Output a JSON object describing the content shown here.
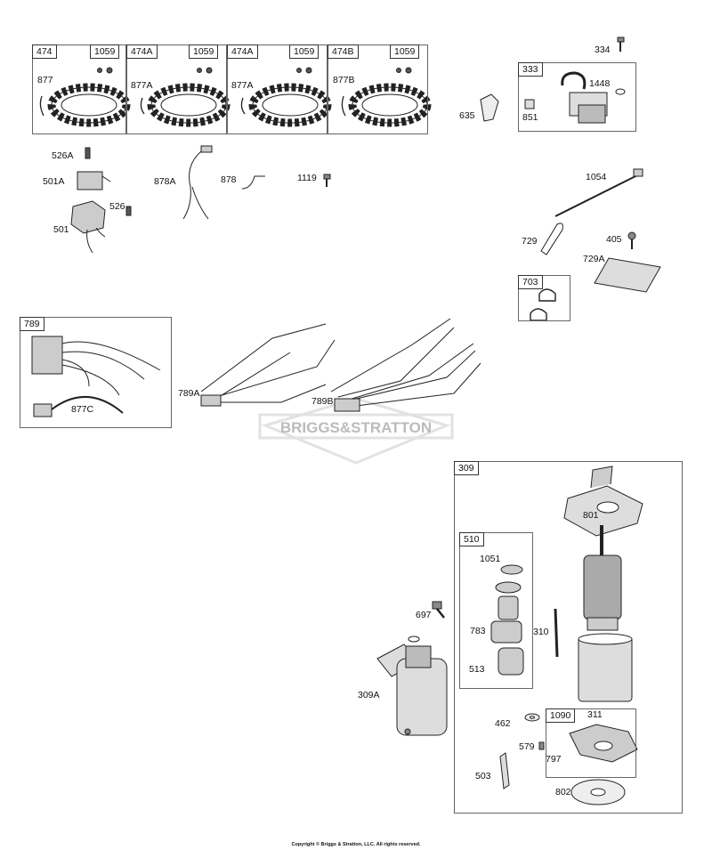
{
  "watermark": "BRIGGS&STRATTON",
  "copyright": "Copyright © Briggs & Stratton, LLC. All rights reserved.",
  "alternator_boxes": [
    {
      "tag": "474",
      "sub_tag": "1059",
      "part": "877"
    },
    {
      "tag": "474A",
      "sub_tag": "1059",
      "part": "877A"
    },
    {
      "tag": "474A",
      "sub_tag": "1059",
      "part": "877A"
    },
    {
      "tag": "474B",
      "sub_tag": "1059",
      "part": "877B"
    }
  ],
  "group_tags": {
    "g333": "333",
    "g789": "789",
    "g703": "703",
    "g309": "309",
    "g510": "510",
    "g1090": "1090"
  },
  "labels": {
    "l334": "334",
    "l1448": "1448",
    "l635": "635",
    "l851": "851",
    "l526A": "526A",
    "l501A": "501A",
    "l526": "526",
    "l501": "501",
    "l878A": "878A",
    "l878": "878",
    "l1119": "1119",
    "l1054": "1054",
    "l729": "729",
    "l405": "405",
    "l729A": "729A",
    "l877C": "877C",
    "l789A": "789A",
    "l789B": "789B",
    "l801": "801",
    "l1051": "1051",
    "l697": "697",
    "l783": "783",
    "l310": "310",
    "l513": "513",
    "l309A": "309A",
    "l462": "462",
    "l311": "311",
    "l579": "579",
    "l797": "797",
    "l503": "503",
    "l802": "802"
  }
}
